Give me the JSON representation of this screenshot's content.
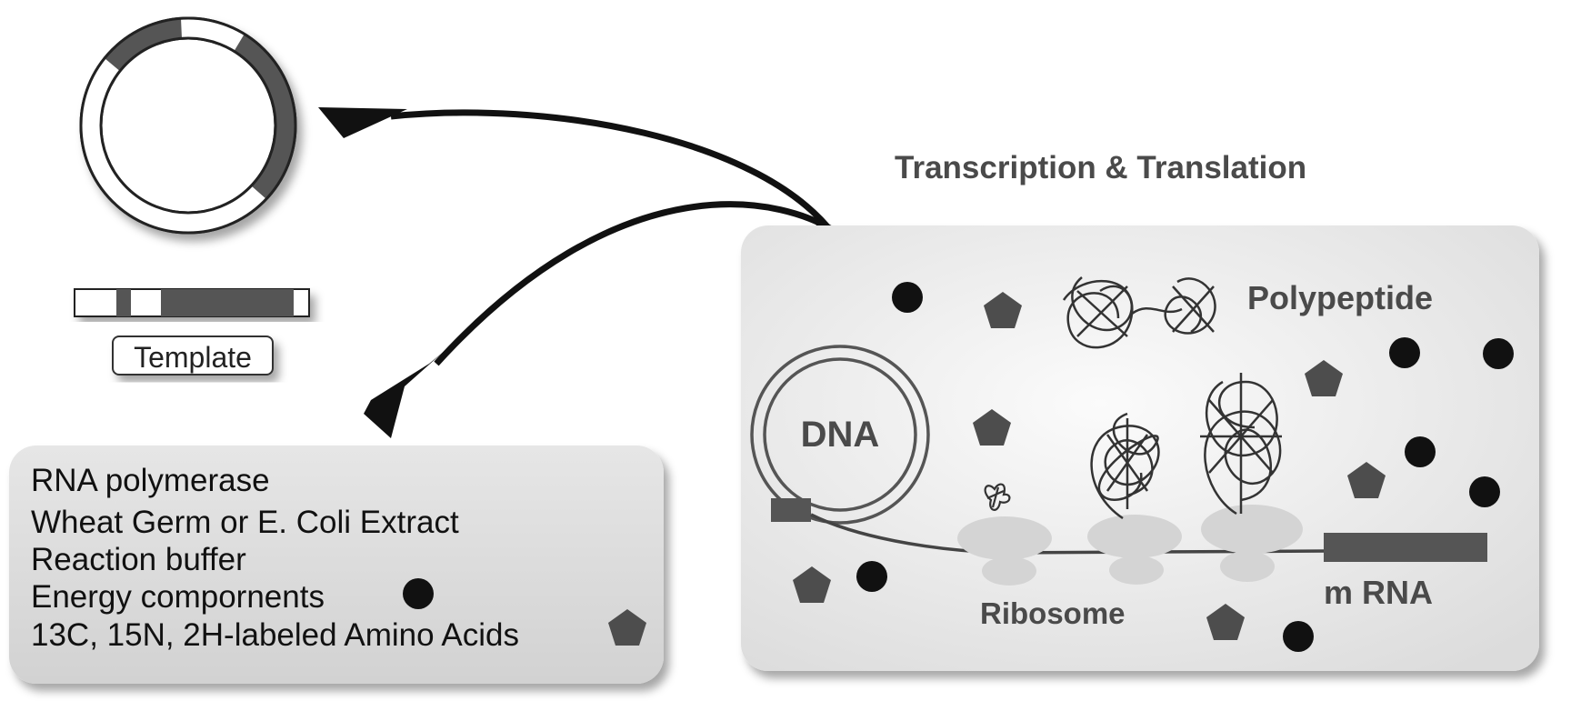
{
  "title": "Transcription & Translation",
  "template": {
    "label": "Template"
  },
  "components": {
    "items": [
      "RNA polymerase",
      "Wheat Germ or E. Coli Extract",
      "Reaction buffer",
      "Energy compornents",
      "13C, 15N, 2H-labeled Amino Acids"
    ]
  },
  "reaction": {
    "dna_label": "DNA",
    "polypeptide_label": "Polypeptide",
    "ribosome_label": "Ribosome",
    "mrna_label": "m RNA"
  },
  "colors": {
    "dark_gray": "#4d4d4d",
    "black": "#111111",
    "panel_gray": "#e4e4e4",
    "ribosome_gray": "#d4d4d4"
  },
  "icons": {
    "energy": "black-circle",
    "amino_acid": "dark-gray-pentagon"
  }
}
